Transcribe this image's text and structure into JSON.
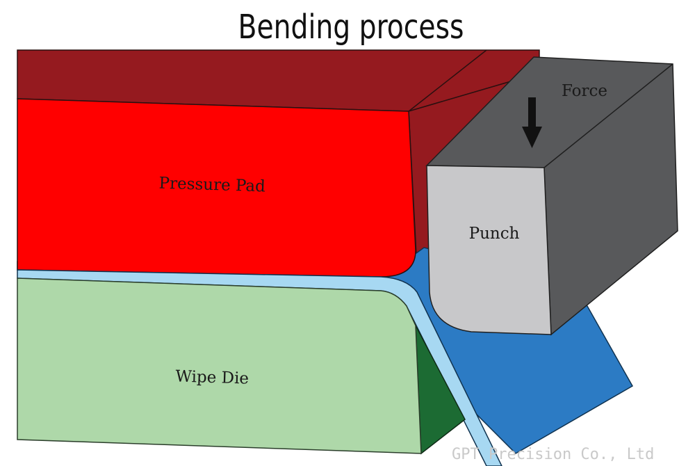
{
  "title": "Bending process",
  "labels": {
    "pressure_pad": "Pressure Pad",
    "punch": "Punch",
    "force": "Force",
    "wipe_die": "Wipe Die"
  },
  "watermark": "GPT Precision Co., Ltd",
  "colors": {
    "pressure_pad_front": "#ff0000",
    "pressure_pad_top": "#951a1f",
    "punch_front": "#c8c8ca",
    "punch_side": "#58595b",
    "wipe_die_front": "#aed8a9",
    "wipe_die_side": "#1c6b33",
    "workpiece_edge": "#a7d8f2",
    "workpiece_surface": "#2c7bc4",
    "arrow": "#111111"
  },
  "icons": {
    "force_arrow": "arrow-down-icon"
  }
}
